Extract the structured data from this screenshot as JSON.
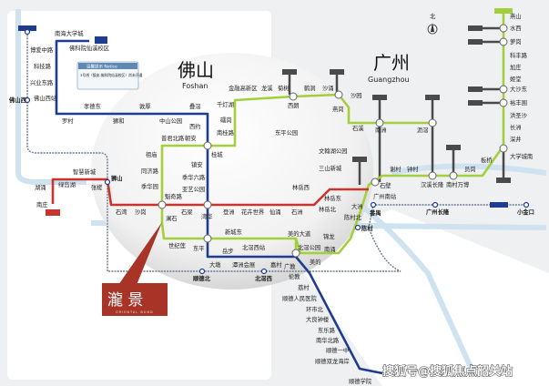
{
  "map": {
    "city_foshan": "佛山",
    "city_foshan_en": "Foshan",
    "city_guangzhou": "广州",
    "city_guangzhou_en": "Guangzhou",
    "north_label": "北",
    "colors": {
      "line3": "#1f3d8f",
      "line2": "#c8352c",
      "guangfo": "#a4cf3c",
      "intercity": "#6b7b8c",
      "river": "#cfe2f0",
      "gz_gray": "#4a4a4a"
    }
  },
  "notice": {
    "title": "温馨提示 Notice",
    "body": "3号线（镇安-佛科院仙溪校区）尚未开通"
  },
  "callout": {
    "title": "瀧 景",
    "subtitle": "ORIENTAL BUND"
  },
  "watermark": "搜狐号@搜狐焦点韶关站",
  "stations": {
    "line3": [
      "南海大学城",
      "佛科院仙溪校区",
      "博爱中路",
      "科技路",
      "兴业东路",
      "佛山西站",
      "罗村",
      "孝德东",
      "狮和",
      "敦厚",
      "中山公园",
      "叠滘",
      "西约",
      "桂城",
      "镇安",
      "季华六路",
      "亚艺公园",
      "湾华",
      "东平",
      "大墩",
      "岳步",
      "潭洲会展",
      "北滘西站",
      "嘉村",
      "广教",
      "伦教",
      "荔村",
      "顺德人民医院",
      "环市北",
      "大良钟楼",
      "东乐路",
      "南华北路",
      "顺德一中",
      "顺德双龙海岸",
      "顺德学院"
    ],
    "line2": [
      "南庄",
      "湖涌",
      "绿岛湖",
      "智慧新城",
      "张槎",
      "石湾",
      "沙岗",
      "石梁",
      "登洲",
      "花卉世界",
      "仙涌",
      "石洲",
      "林岳西",
      "林岳东",
      "林岳北"
    ],
    "guangfo": [
      "新城东",
      "世纪莲",
      "澜石",
      "魁奇路",
      "季华园",
      "同济路",
      "祖庙",
      "普君北路",
      "朝安",
      "南桂路",
      "礌岗",
      "千灯湖",
      "金融高新区",
      "龙溪",
      "菊树",
      "西朗",
      "鹤洞",
      "沙涌",
      "沙园",
      "燕岗",
      "石溪",
      "南洲",
      "沥滘"
    ],
    "line7": [
      "燕山",
      "水西",
      "萝岗",
      "科丰路",
      "加庄",
      "姬堂",
      "大沙东",
      "裕丰围",
      "洪圣沙",
      "长洲",
      "深井",
      "大学城南",
      "板桥",
      "员岗",
      "南村万博",
      "汉溪长隆",
      "钟村",
      "谢村",
      "石壁",
      "广州南站",
      "大洲",
      "陈村北",
      "锦龙",
      "南涌",
      "美的",
      "北滘公园",
      "美的大道"
    ],
    "rail": [
      "佛山西",
      "狮山",
      "顺德北",
      "北滘西",
      "陈村",
      "番禺",
      "广州长隆",
      "小金口",
      "文翰湖公园",
      "三山新城",
      "东平公园"
    ]
  }
}
